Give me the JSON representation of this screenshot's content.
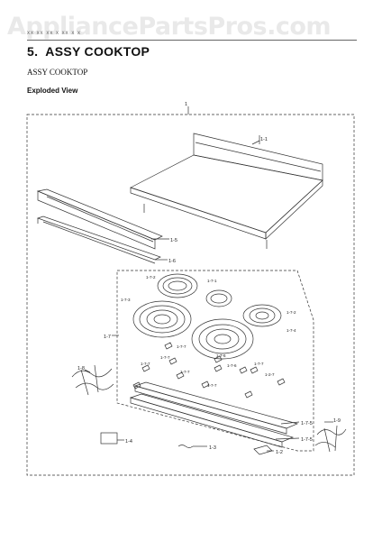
{
  "watermark": "AppliancePartsPros.com",
  "header_note": "xx xx xx x xx x x",
  "section": {
    "number": "5.",
    "title": "ASSY COOKTOP"
  },
  "subtitle": "ASSY COOKTOP",
  "view_label": "Exploded View",
  "callouts": {
    "main": "1",
    "glass_top": "1-1",
    "trim_front": "1-5",
    "rail": "1-6",
    "element_group": "1-7",
    "burner_tl": "1-7-2",
    "burner_small": "1-7-1",
    "burner_left": "1-7-3",
    "burner_right": "1-7-2",
    "burner_big": "1-7-4",
    "sensor_a": "1-7-7",
    "sensor_b": "1-7-7",
    "sensor_c": "1-7-6",
    "sensor_d": "1-7-6",
    "sensor_e": "1-7-7",
    "sensor_f": "1-7-7",
    "sensor_g": "1-7-7",
    "sensor_h": "1-2-7",
    "sensor_i": "1-7-7",
    "bracket_right": "1-7-5",
    "bracket_bottom": "1-7-5",
    "harness_left": "1-8",
    "harness_right": "1-9",
    "clip": "1-4",
    "spring": "1-3",
    "pad": "1-2"
  }
}
